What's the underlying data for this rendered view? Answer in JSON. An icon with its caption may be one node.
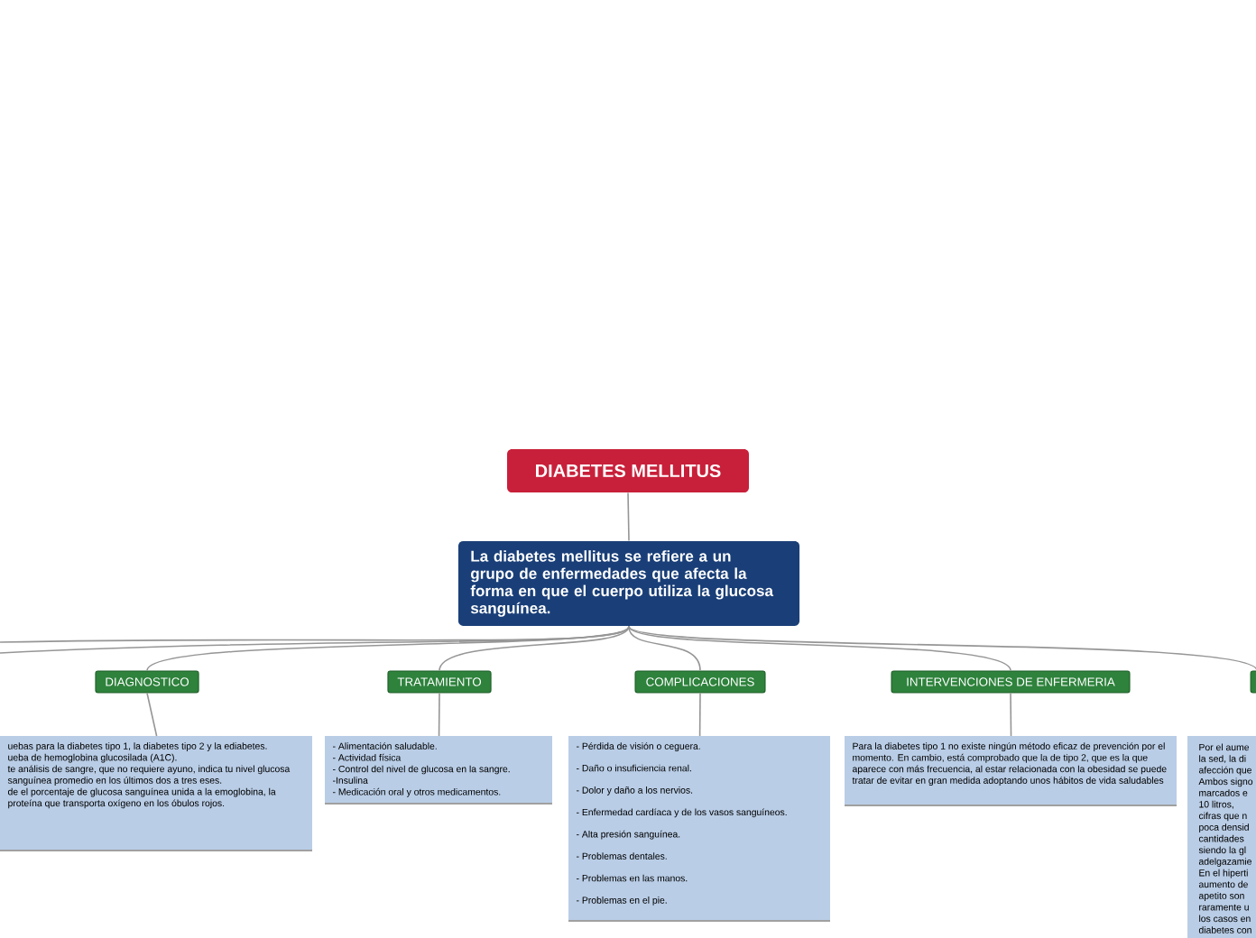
{
  "diagram": {
    "nodes": [
      {
        "text": [
          "DIABETES MELLITUS"
        ]
      },
      {
        "text": [
          "La diabetes mellitus se refiere a un grupo de enfermedades que afecta la forma en que el cuerpo utiliza la glucosa sanguínea."
        ]
      },
      {
        "text": [
          "DIAGNOSTICO"
        ]
      },
      {
        "text": [
          "uebas para la diabetes tipo 1, la diabetes tipo 2 y la ediabetes.",
          "ueba de hemoglobina glucosilada (A1C).",
          "te análisis de sangre, que no requiere ayuno, indica tu nivel glucosa sanguínea promedio en los últimos dos a tres eses.",
          "de el porcentaje de glucosa sanguínea unida a la emoglobina, la proteína que transporta oxígeno en los óbulos rojos."
        ]
      },
      {
        "text": [
          "TRATAMIENTO"
        ]
      },
      {
        "text": [
          "- Alimentación saludable.",
          "- Actividad física",
          "- Control del nivel de glucosa en la sangre.",
          "-Insulina",
          "- Medicación oral y otros medicamentos."
        ]
      },
      {
        "text": [
          "COMPLICACIONES"
        ]
      },
      {
        "text": [
          "- Pérdida de visión o ceguera.",
          "- Daño o insuficiencia renal.",
          "- Dolor y daño a los nervios.",
          "- Enfermedad cardíaca y de los vasos sanguíneos.",
          "- Alta presión sanguínea.",
          "- Problemas dentales.",
          "- Problemas en las manos.",
          "- Problemas en el pie."
        ]
      },
      {
        "text": [
          "INTERVENCIONES DE ENFERMERIA"
        ]
      },
      {
        "text": [
          "Para la diabetes tipo 1 no existe ningún método eficaz de prevención por el momento. En cambio, está comprobado que la de tipo 2, que es la que aparece con más frecuencia, al estar relacionada con la obesidad se puede tratar de evitar en gran medida adoptando unos hábitos de vida saludables"
        ]
      },
      {
        "text": [],
        "shape": "box"
      },
      {
        "text": [
          "Por el aume",
          "la sed, la di",
          "afección que",
          "Ambos signo",
          "marcados e",
          "10 litros,",
          "cifras que n",
          "poca densid",
          "cantidades",
          "siendo la gl",
          "adelgazamie",
          "En el hiperti",
          "aumento de",
          "apetito son",
          "raramente u",
          "los casos en",
          "diabetes con"
        ]
      }
    ],
    "edges": [
      {
        "from": 0,
        "to": 1,
        "arrow": "none"
      },
      {
        "from": 1,
        "to": 2,
        "arrow": "none"
      },
      {
        "from": 1,
        "to": 4,
        "arrow": "none"
      },
      {
        "from": 1,
        "to": 6,
        "arrow": "none"
      },
      {
        "from": 1,
        "to": 8,
        "arrow": "none"
      },
      {
        "from": 1,
        "to": 10,
        "arrow": "none"
      },
      {
        "from": 1,
        "to": null,
        "arrow": "none"
      },
      {
        "from": 1,
        "to": null,
        "arrow": "none"
      },
      {
        "from": 2,
        "to": 3,
        "arrow": "none"
      },
      {
        "from": 4,
        "to": 5,
        "arrow": "none"
      },
      {
        "from": 6,
        "to": 7,
        "arrow": "none"
      },
      {
        "from": 8,
        "to": 9,
        "arrow": "none"
      }
    ]
  }
}
